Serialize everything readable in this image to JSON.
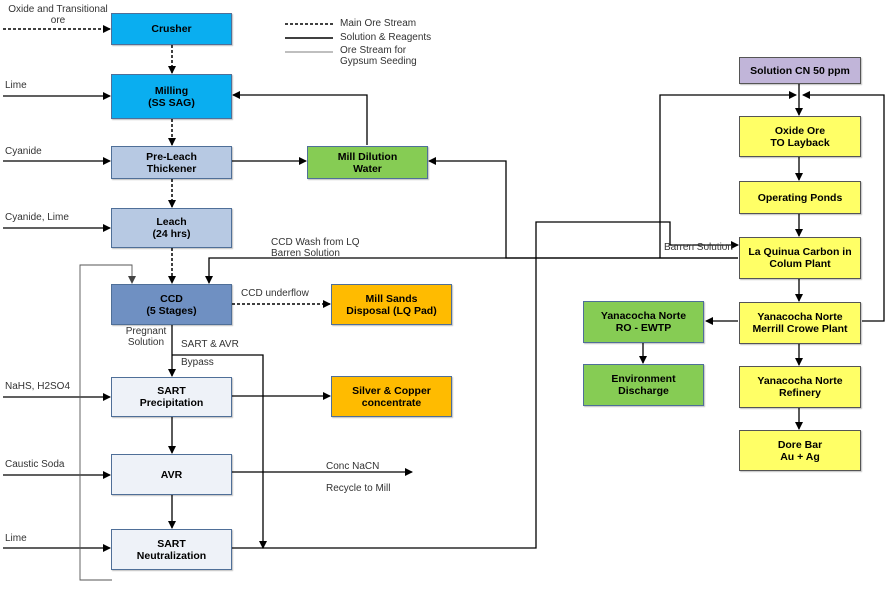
{
  "nodes": {
    "crusher": "Crusher",
    "milling": "Milling\n(SS SAG)",
    "preleach": "Pre-Leach\nThickener",
    "mill_dilution": "Mill Dilution\nWater",
    "leach": "Leach\n(24 hrs)",
    "ccd": "CCD\n(5 Stages)",
    "mill_sands": "Mill Sands\nDisposal (LQ Pad)",
    "sart_precip": "SART\nPrecipitation",
    "silver_copper": "Silver & Copper\nconcentrate",
    "avr": "AVR",
    "sart_neutral": "SART\nNeutralization",
    "solution_cn": "Solution CN 50 ppm",
    "oxide_ore": "Oxide Ore\nTO Layback",
    "operating_ponds": "Operating Ponds",
    "la_quinua": "La Quinua Carbon in\nColum Plant",
    "yanacocha_ro": "Yanacocha Norte\nRO - EWTP",
    "merrill_crowe": "Yanacocha Norte\nMerrill Crowe Plant",
    "environment": "Environment\nDischarge",
    "refinery": "Yanacocha Norte\nRefinery",
    "dore_bar": "Dore Bar\nAu + Ag"
  },
  "labels": {
    "oxide_transitional": "Oxide and Transitional\nore",
    "lime_1": "Lime",
    "cyanide": "Cyanide",
    "cyanide_lime": "Cyanide, Lime",
    "ccd_wash": "CCD Wash from LQ\nBarren Solution",
    "ccd_underflow": "CCD underflow",
    "pregnant_solution": "Pregnant\nSolution",
    "sart_avr": "SART & AVR",
    "bypass": "Bypass",
    "nahs": "NaHS, H2SO4",
    "caustic_soda": "Caustic Soda",
    "conc_nacn": "Conc NaCN",
    "recycle_mill": "Recycle to Mill",
    "lime_2": "Lime",
    "barren_solution": "Barren Solution"
  },
  "legend": {
    "main_ore": "Main Ore Stream",
    "solution_reagents": "Solution & Reagents",
    "gypsum": "Ore Stream for\nGypsum Seeding"
  },
  "colors": {
    "crusher": "#0aaef0",
    "preleach": "#b7c9e3",
    "ccd": "#6f90c2",
    "sart": "#eef2f8",
    "green": "#86cc54",
    "orange": "#ffbb00",
    "yellow": "#ffff66",
    "purple": "#c1b5d9"
  }
}
